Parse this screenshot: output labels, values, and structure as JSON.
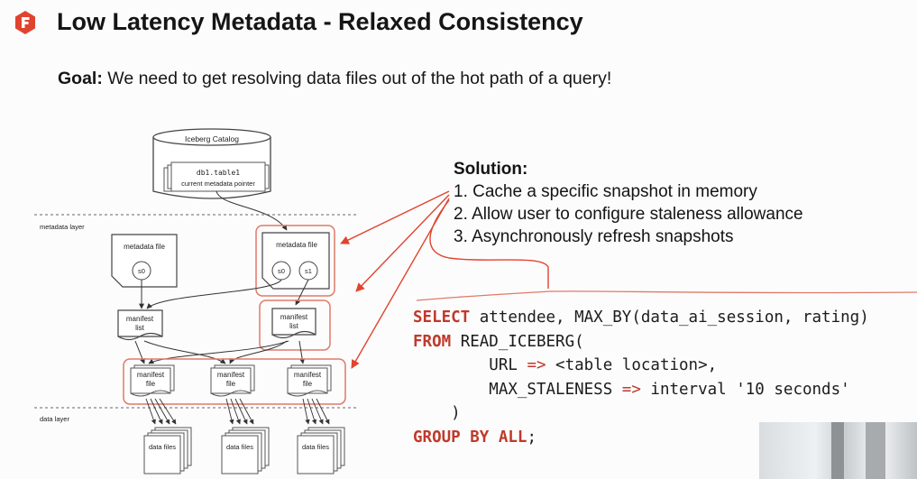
{
  "slide": {
    "title": "Low Latency Metadata - Relaxed Consistency",
    "goal_label": "Goal:",
    "goal_text": " We need to get resolving data files out of the hot path of a query!"
  },
  "diagram": {
    "catalog_label": "Iceberg Catalog",
    "table_name": "db1.table1",
    "pointer_label": "current metadata pointer",
    "metadata_layer_label": "metadata layer",
    "data_layer_label": "data layer",
    "metadata_file_label": "metadata file",
    "snapshot_s0": "s0",
    "snapshot_s1": "s1",
    "manifest_list_line1": "manifest",
    "manifest_list_line2": "list",
    "manifest_file_line1": "manifest",
    "manifest_file_line2": "file",
    "data_files_label": "data files"
  },
  "solution": {
    "heading": "Solution:",
    "items": [
      "1. Cache a specific snapshot in memory",
      "2. Allow user to configure staleness allowance",
      "3. Asynchronously refresh snapshots"
    ]
  },
  "code": {
    "l1_kw": "SELECT",
    "l1_rest": " attendee, MAX_BY(data_ai_session, rating)",
    "l2_kw": "FROM",
    "l2_rest": " READ_ICEBERG(",
    "l3_pre": "        URL ",
    "l3_op": "=>",
    "l3_post": " <table location>,",
    "l4_pre": "        MAX_STALENESS ",
    "l4_op": "=>",
    "l4_post": " interval '10 seconds'",
    "l5": "    )",
    "l6_kw": "GROUP BY ALL",
    "l6_rest": ";"
  },
  "colors": {
    "accent": "#e0442f",
    "highlight": "#e07a6a",
    "keyword": "#c0392b"
  }
}
